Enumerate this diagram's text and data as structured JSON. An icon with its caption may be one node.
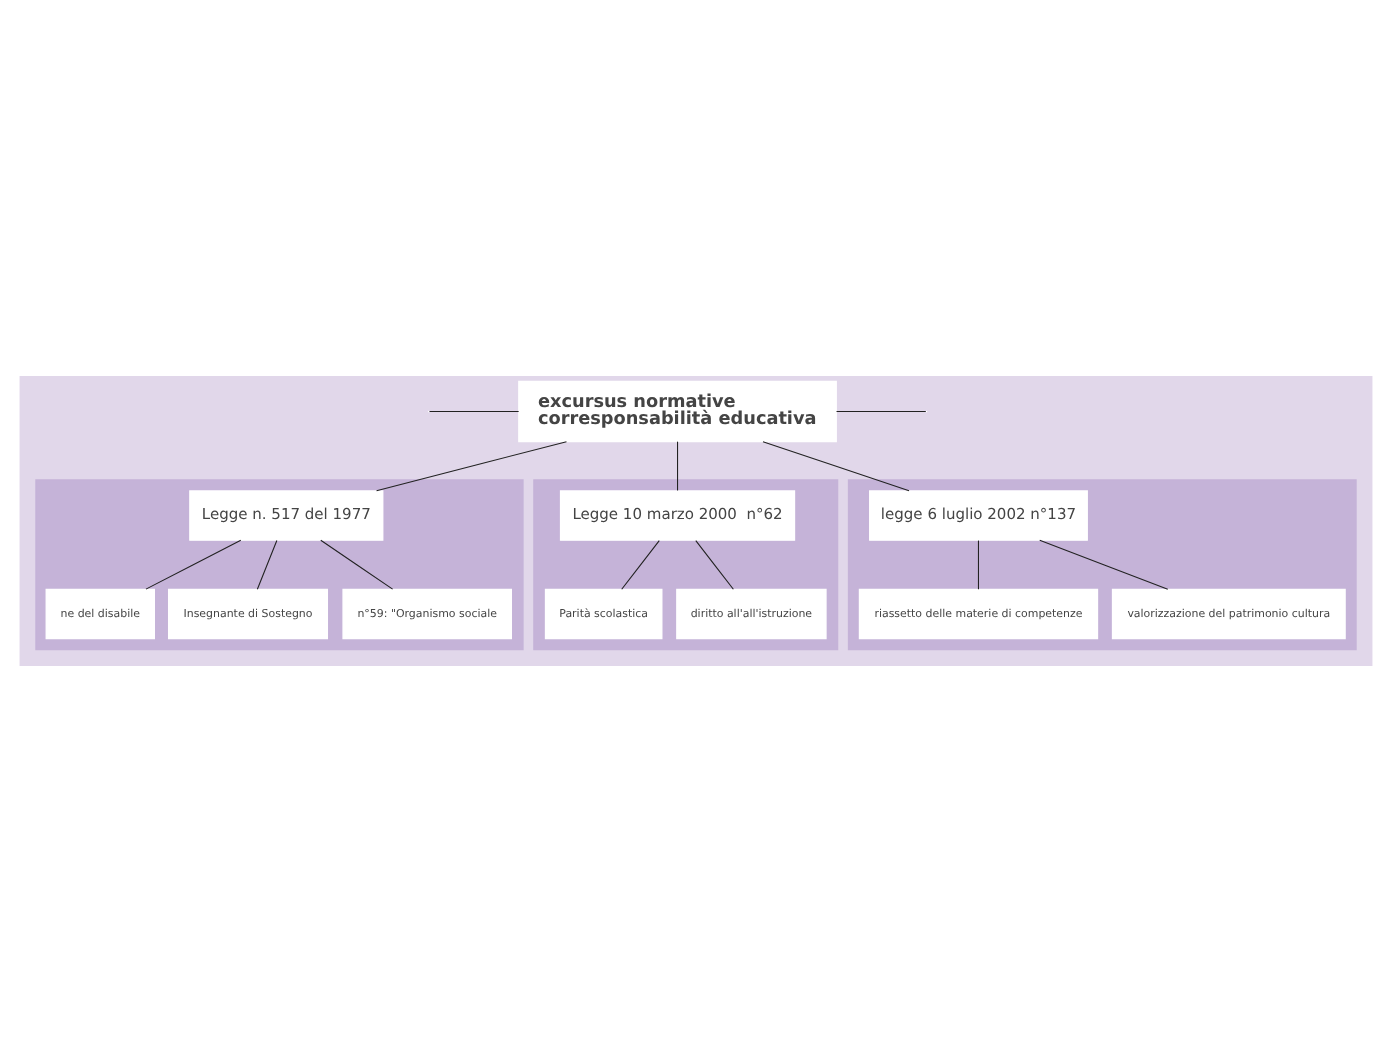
{
  "diagram": {
    "nodes": [
      {
        "text": [
          "excursus normative corresponsabilità educativa"
        ]
      },
      {
        "text": [],
        "shape": "box"
      },
      {
        "text": [
          "Legge n. 517 del 1977"
        ],
        "in": 1
      },
      {
        "text": [
          "ne del disabile"
        ],
        "in": 1
      },
      {
        "text": [
          "Insegnante di Sostegno"
        ],
        "in": 1
      },
      {
        "text": [
          "n°59: \"Organismo sociale"
        ],
        "in": 1
      },
      {
        "text": [],
        "shape": "box"
      },
      {
        "text": [
          "Legge 10 marzo 2000  n°62"
        ],
        "in": 6
      },
      {
        "text": [
          "Parità scolastica"
        ],
        "in": 6
      },
      {
        "text": [
          "diritto all'all'istruzione"
        ],
        "in": 6
      },
      {
        "text": [],
        "shape": "box"
      },
      {
        "text": [
          "legge 6 luglio 2002 n°137"
        ],
        "in": 10
      },
      {
        "text": [
          "riassetto delle materie di competenze"
        ],
        "in": 10
      },
      {
        "text": [
          "valorizzazione del patrimonio cultura"
        ],
        "in": 10
      }
    ],
    "edges": [
      {
        "from": 0,
        "to": null,
        "arrow": "none"
      },
      {
        "from": 0,
        "to": 2,
        "arrow": "none"
      },
      {
        "from": 0,
        "to": 7,
        "arrow": "none"
      },
      {
        "from": 0,
        "to": 11,
        "arrow": "none"
      },
      {
        "from": 0,
        "to": null,
        "arrow": "none"
      },
      {
        "from": 2,
        "to": 3,
        "arrow": "none"
      },
      {
        "from": 2,
        "to": 4,
        "arrow": "none"
      },
      {
        "from": 2,
        "to": 5,
        "arrow": "none"
      },
      {
        "from": 7,
        "to": 8,
        "arrow": "none"
      },
      {
        "from": 7,
        "to": 9,
        "arrow": "none"
      },
      {
        "from": 11,
        "to": 12,
        "arrow": "none"
      },
      {
        "from": 11,
        "to": 13,
        "arrow": "none"
      }
    ]
  }
}
